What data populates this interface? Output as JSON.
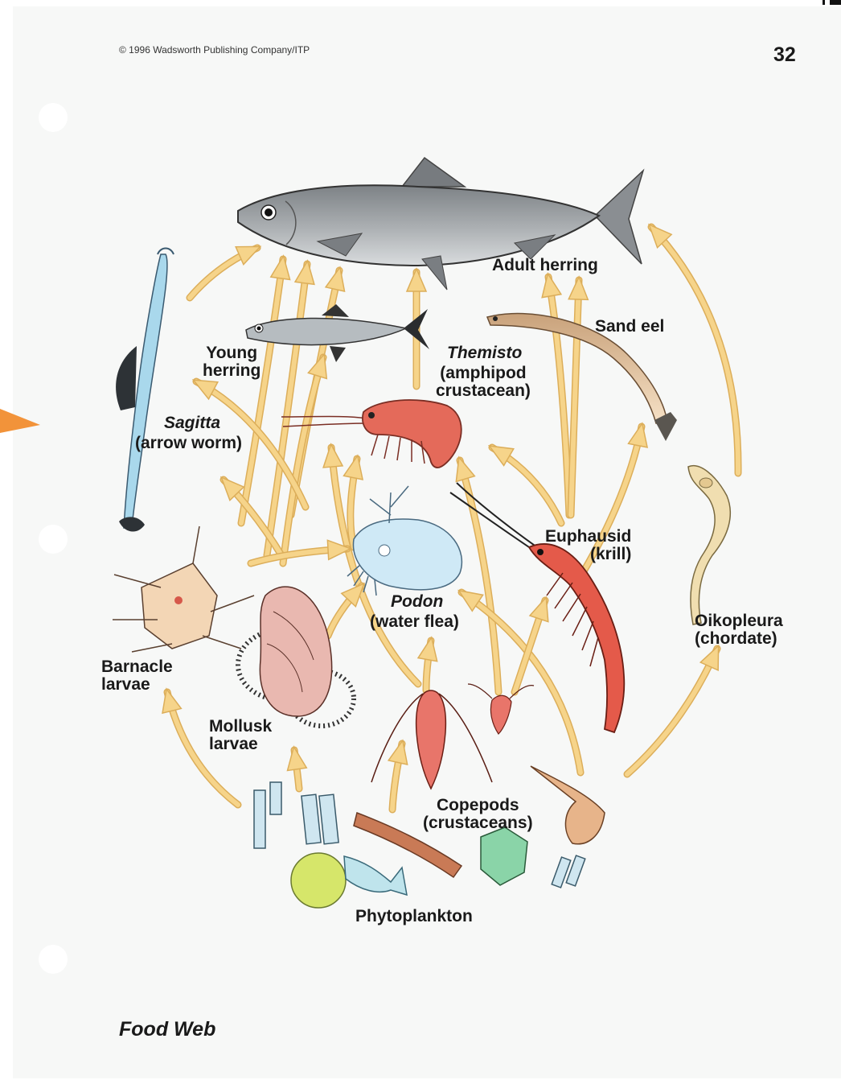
{
  "page": {
    "copyright": "© 1996 Wadsworth Publishing Company/ITP",
    "page_number": "32",
    "title": "Food Web"
  },
  "labels": {
    "adult_herring": "Adult herring",
    "sand_eel": "Sand eel",
    "young_herring": "Young\nherring",
    "themisto_name": "Themisto",
    "themisto_desc": "(amphipod\ncrustacean)",
    "sagitta_name": "Sagitta",
    "sagitta_desc": "(arrow worm)",
    "euphausid": "Euphausid\n(krill)",
    "podon_name": "Podon",
    "podon_desc": "(water flea)",
    "oikopleura": "Oikopleura\n(chordate)",
    "barnacle": "Barnacle\nlarvae",
    "mollusk": "Mollusk\nlarvae",
    "copepods": "Copepods\n(crustaceans)",
    "phytoplankton": "Phytoplankton"
  },
  "colors": {
    "arrow": "#f6d48a",
    "arrow_edge": "#dcae5a",
    "herring": "#9fa3a6",
    "sagitta": "#a9d8ec",
    "themisto": "#e46a5a",
    "krill": "#e45a4a",
    "sand_eel": "#efc9a0",
    "oikopleura": "#f0deb0",
    "podon": "#cfe9f6",
    "copepod": "#e8756a",
    "mollusk": "#e9b8b0",
    "barnacle": "#f3d6b5",
    "phytoplankton_green": "#d6e66a",
    "diatom": "#cfe6f0"
  }
}
